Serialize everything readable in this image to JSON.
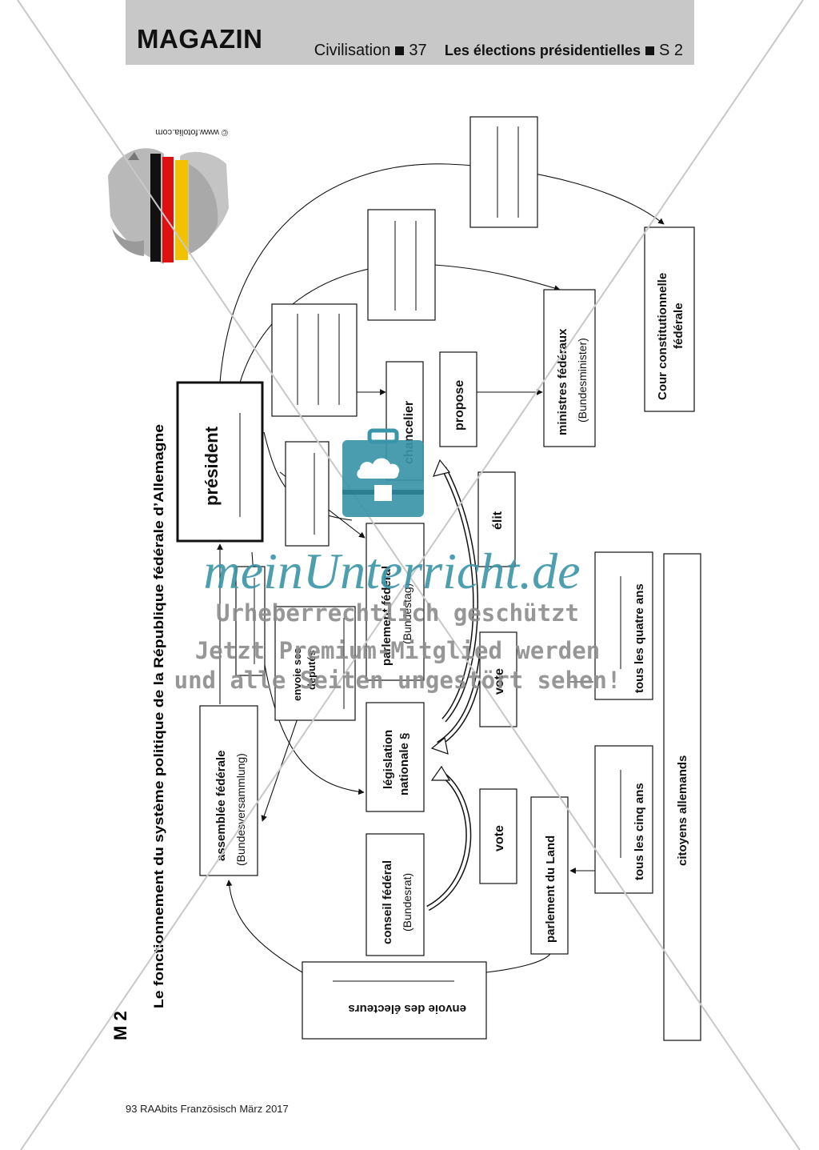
{
  "header": {
    "magazine": "MAGAZIN",
    "section": "Civilisation",
    "number": "37",
    "title": "Les élections présidentielles",
    "page": "S 2"
  },
  "material": {
    "label": "M 2",
    "title": "Le fonctionnement du système politique de la République fédérale d’Allemagne"
  },
  "photo_credit": "© www.fotolia.com",
  "boxes": {
    "president": "président",
    "chancelier": "chancelier",
    "propose": "propose",
    "ministres": "ministres fédéraux",
    "ministres_de": "(Bundesminister)",
    "cour_line1": "Cour constitutionnelle",
    "cour_line2": "fédérale",
    "elit": "élit",
    "parlement_line1": "parlement fédéral",
    "parlement_de": "(Bundestag)",
    "envoie_line1": "envoie ses",
    "envoie_line2": "députés",
    "assemblee": "assemblée fédérale",
    "assemblee_de": "(Bundesversammlung)",
    "legislation_line1": "législation",
    "legislation_line2": "nationale §",
    "vote1": "vote",
    "vote2": "vote",
    "quatre_ans": "tous les quatre ans",
    "cinq_ans": "tous les cinq ans",
    "citoyens": "citoyens allemands",
    "conseil": "conseil fédéral",
    "conseil_de": "(Bundesrat)",
    "parlement_land": "parlement du Land",
    "electeurs": "envoie des électeurs"
  },
  "watermark": {
    "brand": "meinUnterricht.de",
    "line1": "Urheberrechtlich geschützt",
    "line2": "Jetzt Premium-Mitglied werden",
    "line3": "und alle Seiten ungestört sehen!"
  },
  "footer": "93 RAAbits Französisch März 2017",
  "colors": {
    "header_bg": "#c8c8c8",
    "watermark_teal": "#3a95a8",
    "watermark_gray": "#8c8c8c",
    "flag_black": "#111111",
    "flag_red": "#dd1111",
    "flag_gold": "#f2c200"
  }
}
